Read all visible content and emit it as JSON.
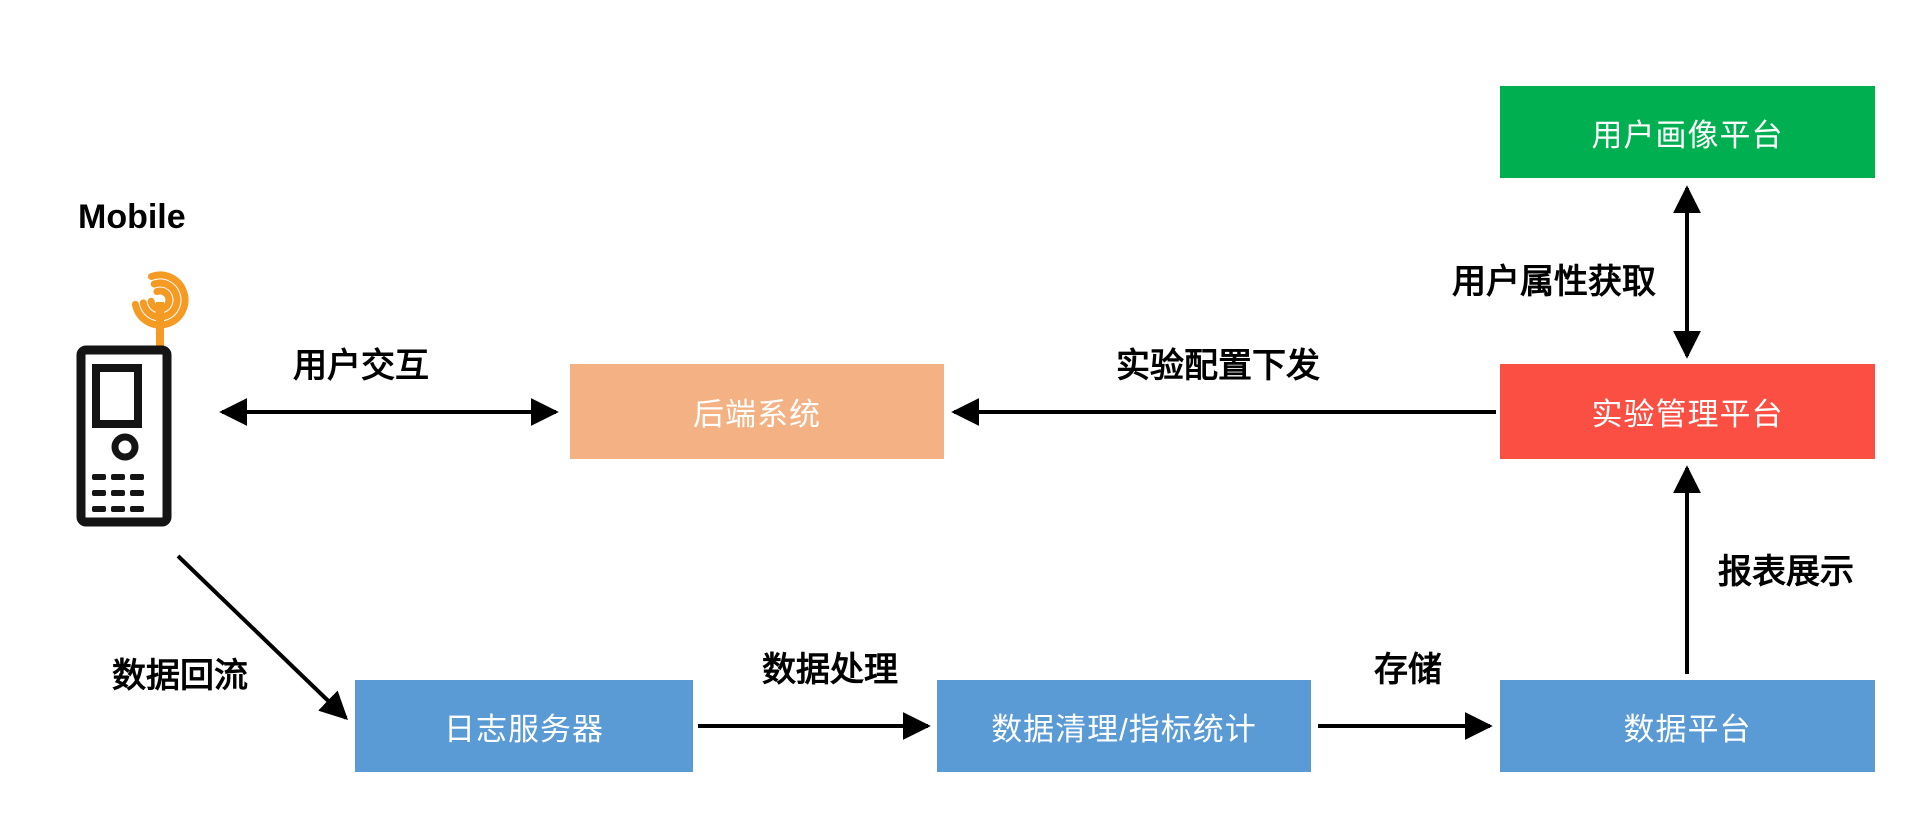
{
  "diagram": {
    "mobile_label": "Mobile",
    "nodes": {
      "user_profile": {
        "label": "用户画像平台",
        "color": "#00B050"
      },
      "backend": {
        "label": "后端系统",
        "color": "#F4B183"
      },
      "experiment": {
        "label": "实验管理平台",
        "color": "#FB4F43"
      },
      "log_server": {
        "label": "日志服务器",
        "color": "#5B9BD5"
      },
      "data_clean": {
        "label": "数据清理/指标统计",
        "color": "#5B9BD5"
      },
      "data_platform": {
        "label": "数据平台",
        "color": "#5B9BD5"
      }
    },
    "edges": {
      "user_interaction": "用户交互",
      "config_push": "实验配置下发",
      "user_attr": "用户属性获取",
      "report": "报表展示",
      "data_backflow": "数据回流",
      "data_process": "数据处理",
      "storage": "存储"
    },
    "accent_colors": {
      "antenna_orange": "#F59A23",
      "arrow_black": "#000000"
    }
  }
}
